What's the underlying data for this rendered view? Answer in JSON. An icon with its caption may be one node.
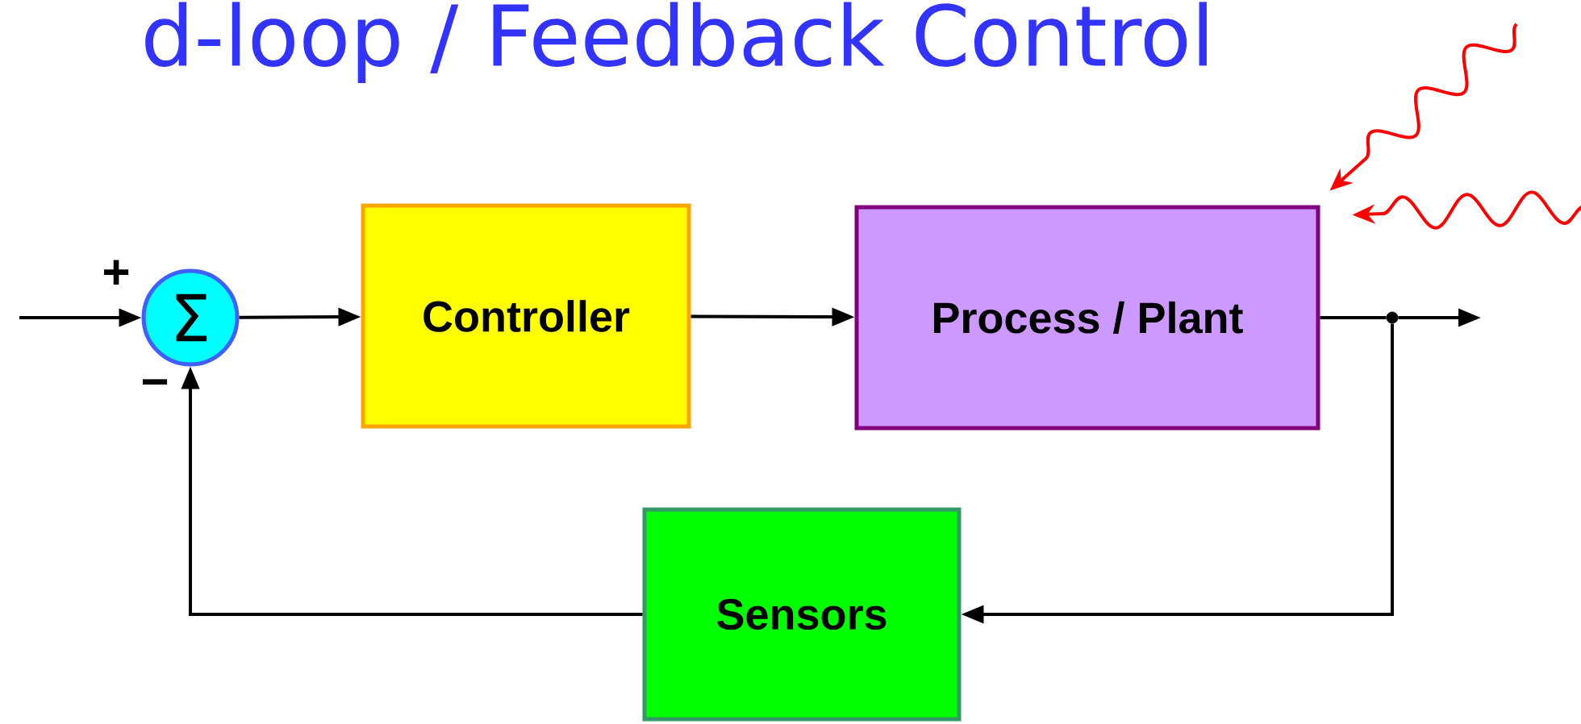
{
  "diagram": {
    "title": "d-loop / Feedback Control",
    "nodes": [
      {
        "text": [
          "Σ"
        ]
      },
      {
        "text": [
          "Controller"
        ]
      },
      {
        "text": [
          "Process / Plant"
        ]
      },
      {
        "text": [
          "Sensors"
        ]
      },
      {
        "text": [],
        "shape": "circle"
      }
    ],
    "edges": [
      {
        "from": null,
        "to": 0,
        "arrow": "to"
      },
      {
        "from": 0,
        "to": 1,
        "arrow": "to"
      },
      {
        "from": 1,
        "to": 2,
        "arrow": "to"
      },
      {
        "from": 2,
        "to": 4,
        "arrow": "none"
      },
      {
        "from": 4,
        "to": null,
        "arrow": "to"
      },
      {
        "from": 4,
        "to": 3,
        "arrow": "to"
      },
      {
        "from": 3,
        "to": 0,
        "arrow": "to"
      },
      {
        "from": null,
        "to": 2,
        "arrow": "to",
        "color": "#ff0000"
      },
      {
        "from": null,
        "to": 2,
        "arrow": "to",
        "color": "#ff0000"
      }
    ],
    "labels": [
      "+",
      "−"
    ]
  }
}
